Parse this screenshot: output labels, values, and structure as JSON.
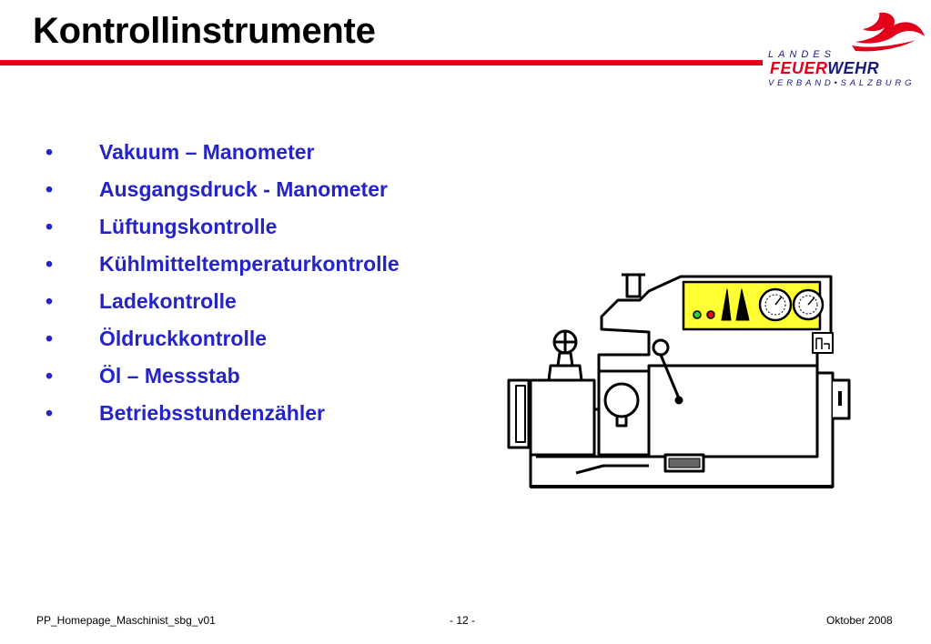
{
  "slide": {
    "title": "Kontrollinstrumente"
  },
  "logo": {
    "line1": "LANDES",
    "line2_red": "FEUER",
    "line2_blue": "WEHR",
    "line3": "VERBAND•SALZBURG"
  },
  "bullets": [
    {
      "marker": "•",
      "text": "Vakuum – Manometer"
    },
    {
      "marker": "•",
      "text": "Ausgangsdruck - Manometer"
    },
    {
      "marker": "•",
      "text": "Lüftungskontrolle"
    },
    {
      "marker": "•",
      "text": "Kühlmitteltemperaturkontrolle"
    },
    {
      "marker": "•",
      "text": "Ladekontrolle"
    },
    {
      "marker": "•",
      "text": "Öldruckkontrolle"
    },
    {
      "marker": "•",
      "text": "Öl – Messstab"
    },
    {
      "marker": "•",
      "text": "Betriebsstundenzähler"
    }
  ],
  "footer": {
    "left": "PP_Homepage_Maschinist_sbg_v01",
    "center": "- 12 -",
    "right": "Oktober 2008"
  },
  "colors": {
    "accent_red": "#e3001b",
    "bullet_blue": "#2424c8",
    "panel_yellow": "#ffff33"
  }
}
